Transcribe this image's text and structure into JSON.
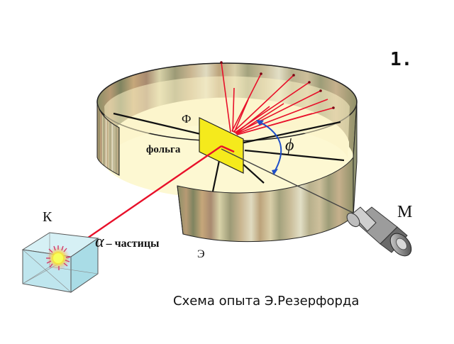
{
  "figure_number": "1.",
  "caption": "Схема опыта Э.Резерфорда",
  "labels": {
    "source": "К",
    "microscope": "М",
    "foil_letter": "Ф",
    "foil_word": "фольга",
    "screen": "Э",
    "angle": "ϕ",
    "alpha_symbol": "α",
    "alpha_rest": "– частицы"
  },
  "colors": {
    "beam": "#e8102a",
    "foil": "#f5ea1c",
    "inner_floor": "#fdf8d2",
    "angle_arrow": "#1f4fc8",
    "box": "#bfe6ee",
    "line": "#111111"
  }
}
